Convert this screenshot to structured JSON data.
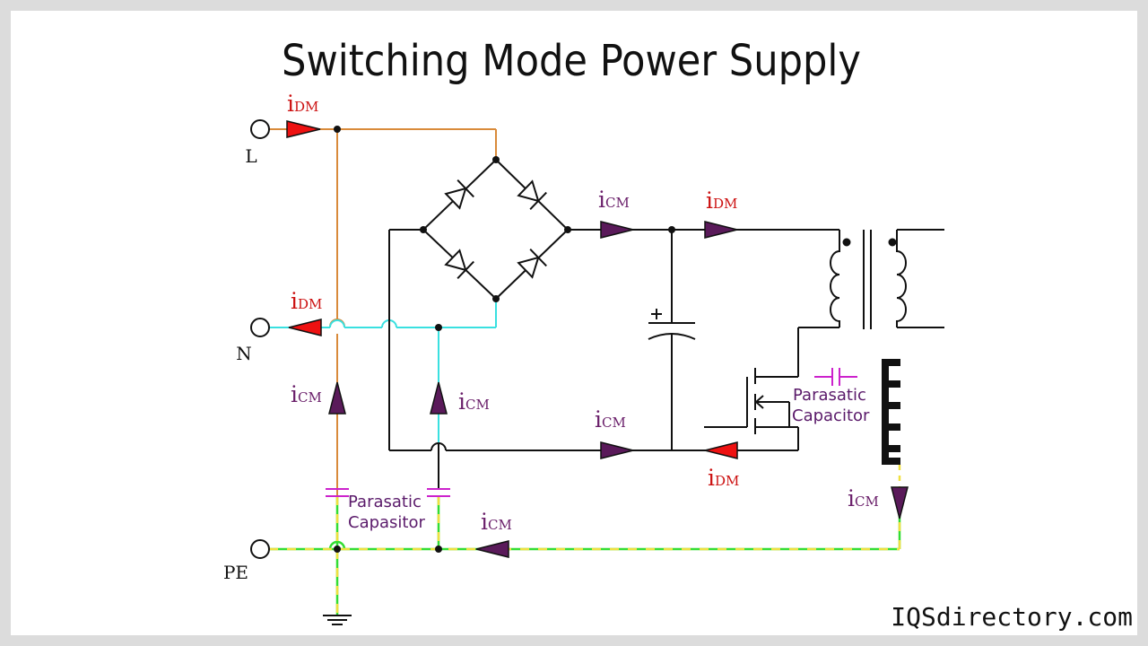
{
  "title": "Switching Mode Power Supply",
  "terminals": {
    "line": "L",
    "neutral": "N",
    "protective_earth": "PE"
  },
  "currents": {
    "i": "i",
    "differential_mode": "DM",
    "common_mode": "CM"
  },
  "annotations": {
    "parasitic_capacitor_line1": "Parasatic",
    "parasitic_capacitor_line2": "Capacitor",
    "parasitic_capasitor_line1": "Parasatic",
    "parasitic_capasitor_line2": "Capasitor"
  },
  "brand": "IQSdirectory.com",
  "colors": {
    "line_wire": "#d98a3a",
    "neutral_wire": "#39e0e0",
    "earth_wire_green": "#33dd33",
    "earth_wire_yellow": "#f0e040",
    "circuit_wire": "#111111",
    "dm_arrow": "#ee1111",
    "cm_arrow": "#5a1a5a",
    "dm_label": "#cc1111",
    "cm_label": "#6a1f6a",
    "parasitic": "#cc22cc"
  }
}
